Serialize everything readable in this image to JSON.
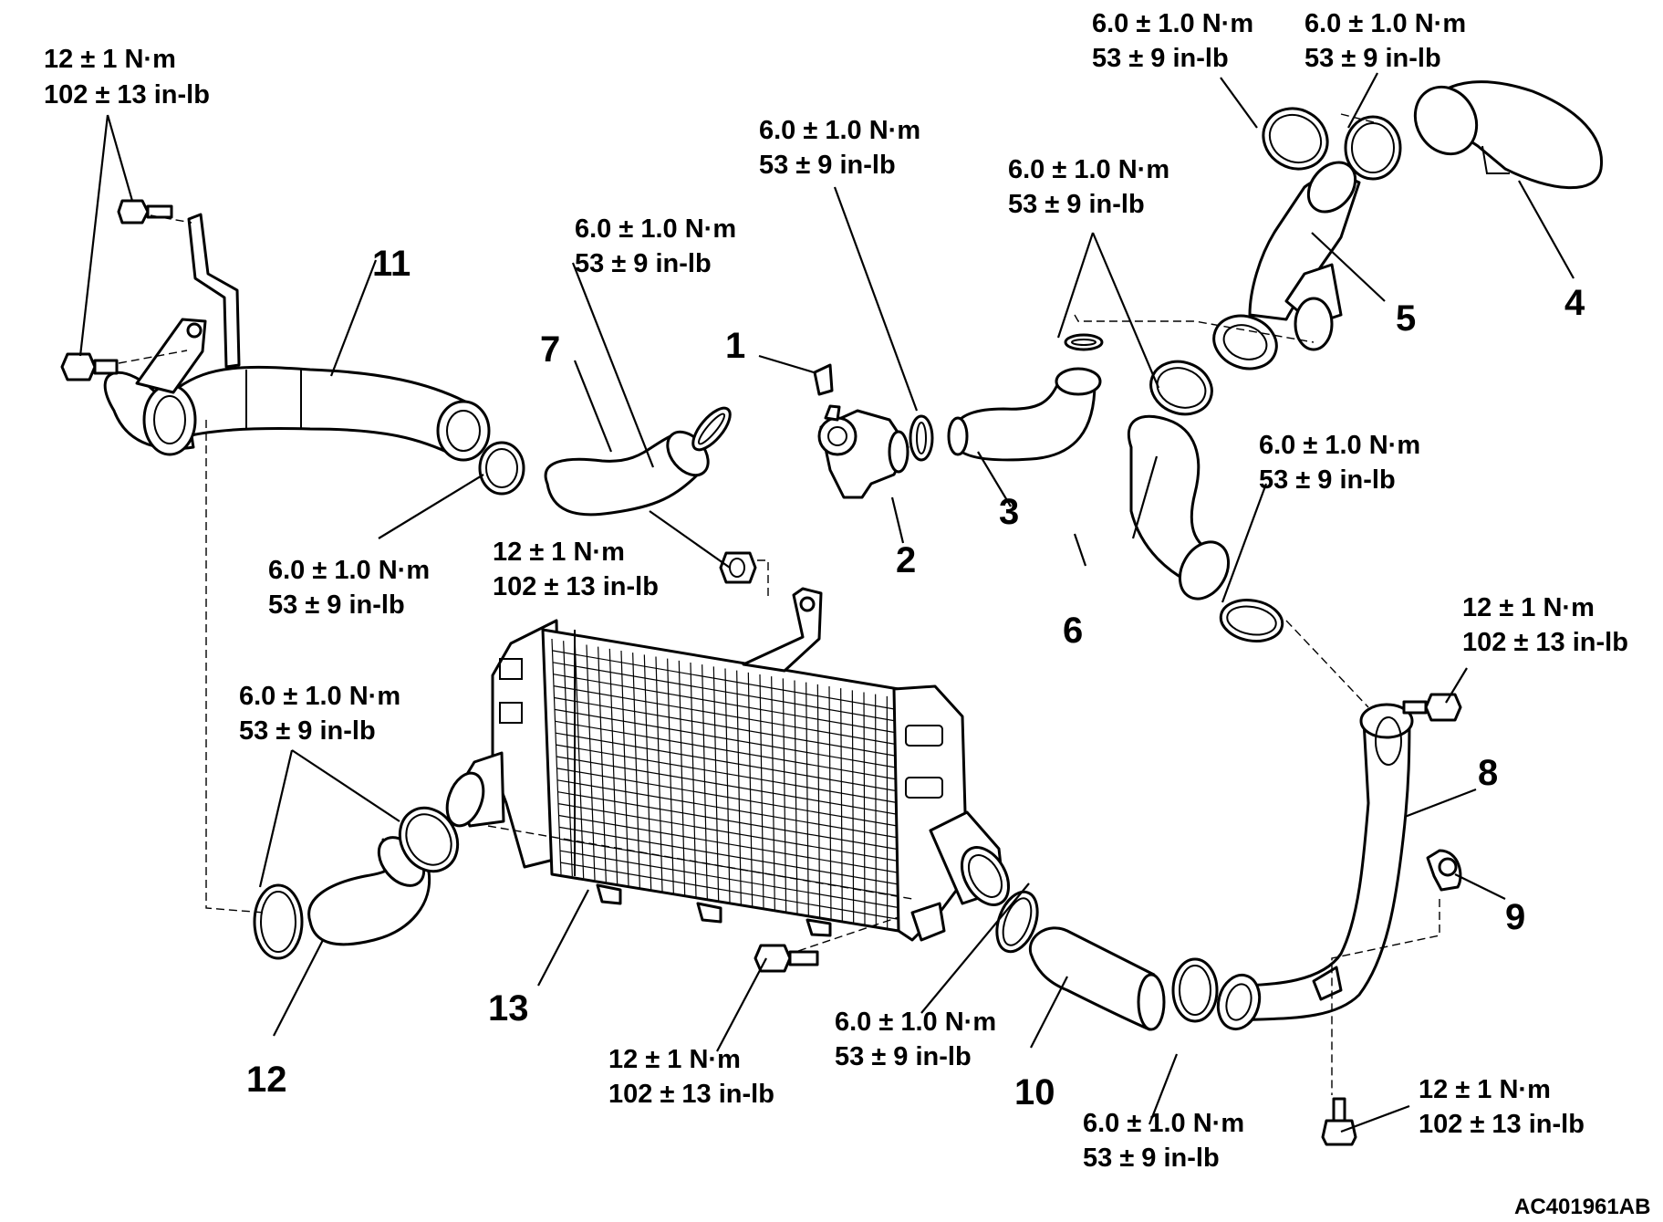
{
  "torque_specs": {
    "t12_nm": "12 ± 1 N·m",
    "t12_inlb": "102 ± 13 in-lb",
    "t6_nm": "6.0 ± 1.0 N·m",
    "t6_inlb": "53 ± 9 in-lb"
  },
  "part_numbers": [
    "1",
    "2",
    "3",
    "4",
    "5",
    "6",
    "7",
    "8",
    "9",
    "10",
    "11",
    "12",
    "13"
  ],
  "figure_code": "AC401961AB",
  "colors": {
    "line": "#000000",
    "background": "#ffffff",
    "shading": "#d0d0d0"
  }
}
